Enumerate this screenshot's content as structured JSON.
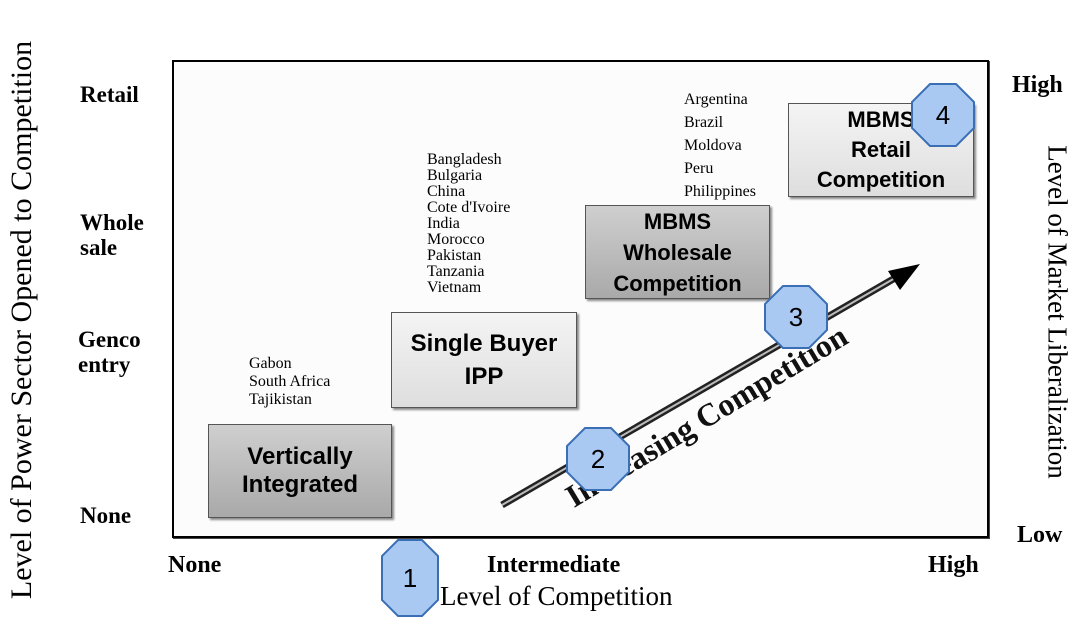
{
  "y_axis": {
    "title": "Level of Power Sector Opened to Competition",
    "ticks": [
      "Retail",
      "Whole\nsale",
      "Genco\nentry",
      "None"
    ]
  },
  "x_axis": {
    "title": "Level of Competition",
    "ticks": [
      "None",
      "Intermediate",
      "High"
    ]
  },
  "right_axis": {
    "title": "Level of Market Liberalization",
    "high": "High",
    "low": "Low"
  },
  "boxes": {
    "vertically_integrated": "Vertically\nIntegrated",
    "single_buyer": "Single Buyer\nIPP",
    "mbms_wholesale": "MBMS\nWholesale\nCompetition",
    "mbms_retail": "MBMS\nRetail\nCompetition"
  },
  "country_lists": {
    "genco": "Gabon\nSouth Africa\nTajikistan",
    "single_buyer": "Bangladesh\nBulgaria\nChina\nCote d'Ivoire\nIndia\nMorocco\nPakistan\nTanzania\nVietnam",
    "wholesale": "Argentina\nBrazil\nMoldova\nPeru\nPhilippines"
  },
  "arrow_label": "Increasing Competition",
  "stages": [
    "1",
    "2",
    "3",
    "4"
  ],
  "colors": {
    "stage_fill": "#a9c9f2",
    "stage_stroke": "#3a6fb5",
    "box_dark": "#b3b3b3",
    "box_light": "#e8e8e8"
  }
}
